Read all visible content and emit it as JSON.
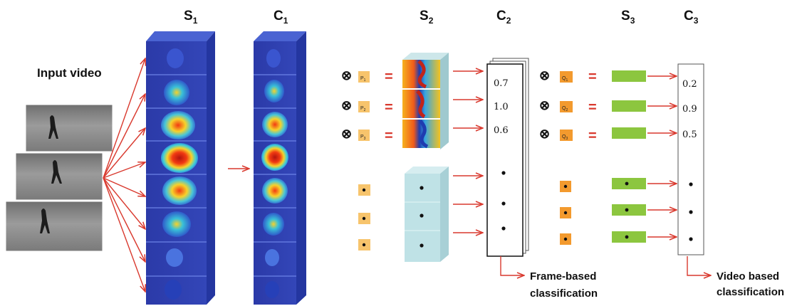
{
  "labels": {
    "input_video": "Input video",
    "s1": "S",
    "s1_sub": "1",
    "c1": "C",
    "c1_sub": "1",
    "s2": "S",
    "s2_sub": "2",
    "c2": "C",
    "c2_sub": "2",
    "s3": "S",
    "s3_sub": "3",
    "c3": "C",
    "c3_sub": "3"
  },
  "operator_symbol": "⊗",
  "equals_symbol": "=",
  "prototypes_p": [
    {
      "label": "P",
      "sub": "1"
    },
    {
      "label": "P",
      "sub": "2"
    },
    {
      "label": "P",
      "sub": "3"
    }
  ],
  "prototypes_q": [
    {
      "label": "Q",
      "sub": "1"
    },
    {
      "label": "Q",
      "sub": "2"
    },
    {
      "label": "Q",
      "sub": "3"
    }
  ],
  "c2_values": [
    "0.7",
    "1.0",
    "0.6"
  ],
  "c3_values": [
    "0.2",
    "0.9",
    "0.5"
  ],
  "captions": {
    "frame_line1": "Frame-based",
    "frame_line2": "classification",
    "video_line1": "Video based",
    "video_line2": "classification"
  },
  "colors": {
    "arrow": "#d9392e",
    "s1_block": "#2f3fae",
    "s2_block": "#b9dfe3",
    "prototype_p": "#f7c46c",
    "prototype_q": "#f39a2e",
    "s3_bar": "#8cc63f"
  }
}
